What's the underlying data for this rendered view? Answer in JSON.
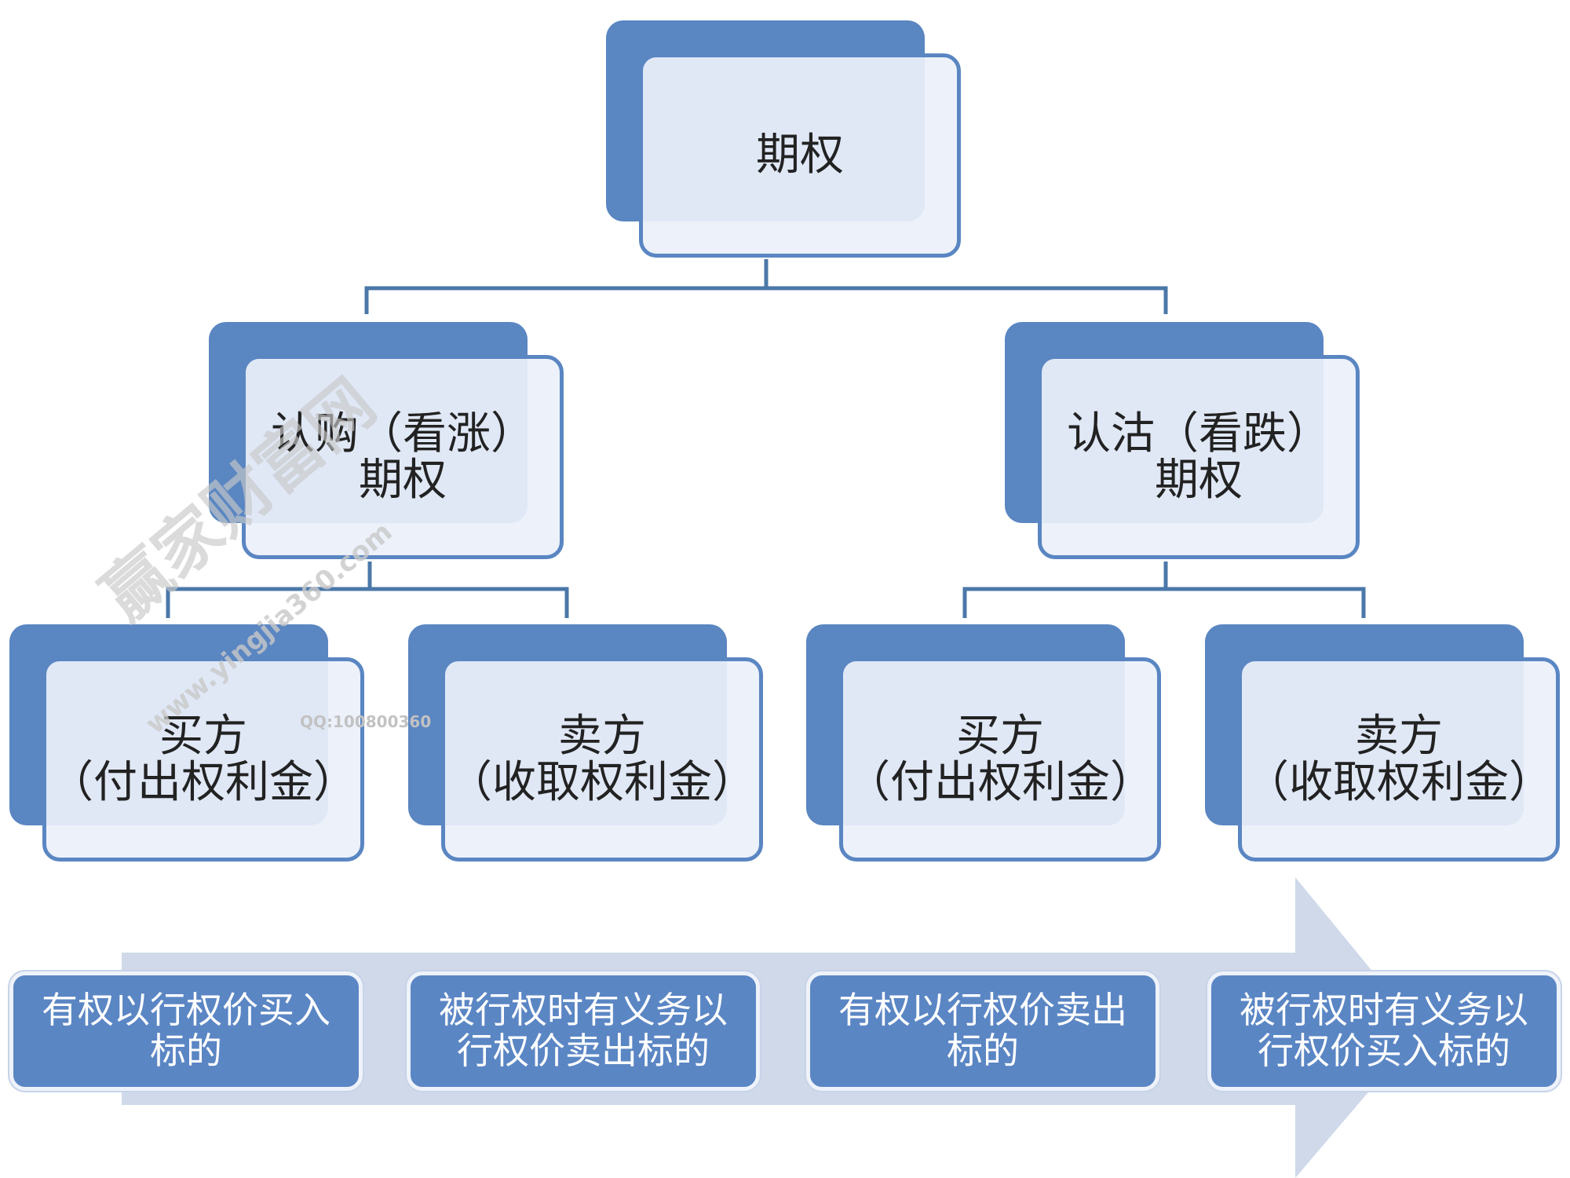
{
  "nodes": {
    "root": "期权",
    "call": "认购（看涨）\n期权",
    "put": "认沽（看跌）\n期权",
    "call_buyer": "买方\n（付出权利金）",
    "call_seller": "卖方\n（收取权利金）",
    "put_buyer": "买方\n（付出权利金）",
    "put_seller": "卖方\n（收取权利金）"
  },
  "descriptions": {
    "call_buyer": "有权以行权价买入\n标的",
    "call_seller": "被行权时有义务以\n行权价卖出标的",
    "put_buyer": "有权以行权价卖出\n标的",
    "put_seller": "被行权时有义务以\n行权价买入标的"
  },
  "watermark": {
    "brand": "赢家财富网",
    "url": "www.yingjia360.com",
    "qq": "QQ:100800360"
  },
  "colors": {
    "node_blue": "#5a86c2",
    "node_fill": "#ebf0fa",
    "line": "#4b78a8",
    "arrow": "#cfd9ea"
  }
}
